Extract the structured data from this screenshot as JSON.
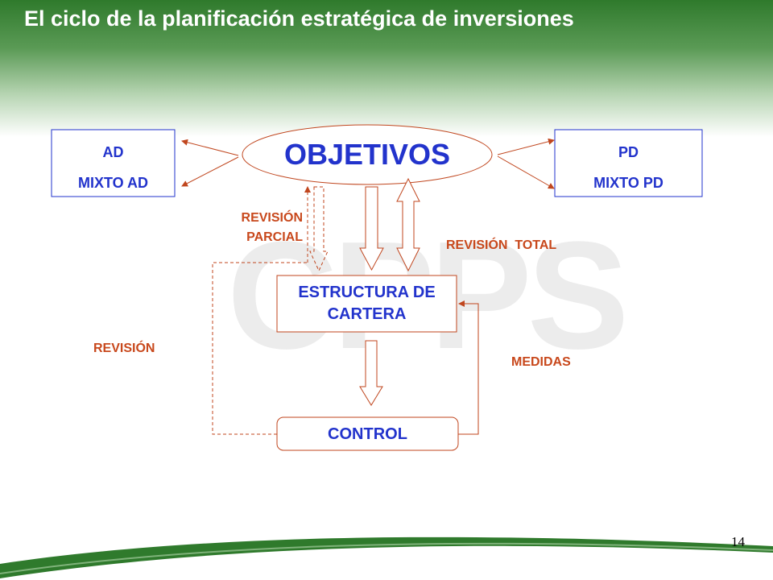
{
  "slide": {
    "title": "El ciclo de la planificación estratégica de inversiones",
    "watermark": "CPPS",
    "page_number": "14"
  },
  "nodes": {
    "ad": {
      "line1": "AD",
      "line2": "MIXTO AD"
    },
    "pd": {
      "line1": "PD",
      "line2": "MIXTO PD"
    },
    "objetivos": "OBJETIVOS",
    "estructura": {
      "line1": "ESTRUCTURA DE",
      "line2": "CARTERA"
    },
    "control": "CONTROL"
  },
  "labels": {
    "revision_parcial": {
      "line1": "REVISIÓN",
      "line2": "PARCIAL"
    },
    "revision_total": "REVISIÓN  TOTAL",
    "revision": "REVISIÓN",
    "medidas": "MEDIDAS"
  },
  "colors": {
    "box_text": "#2233cc",
    "label_text": "#c8481c",
    "connector": "#c0461e",
    "header_green": "#2f7a2c"
  }
}
